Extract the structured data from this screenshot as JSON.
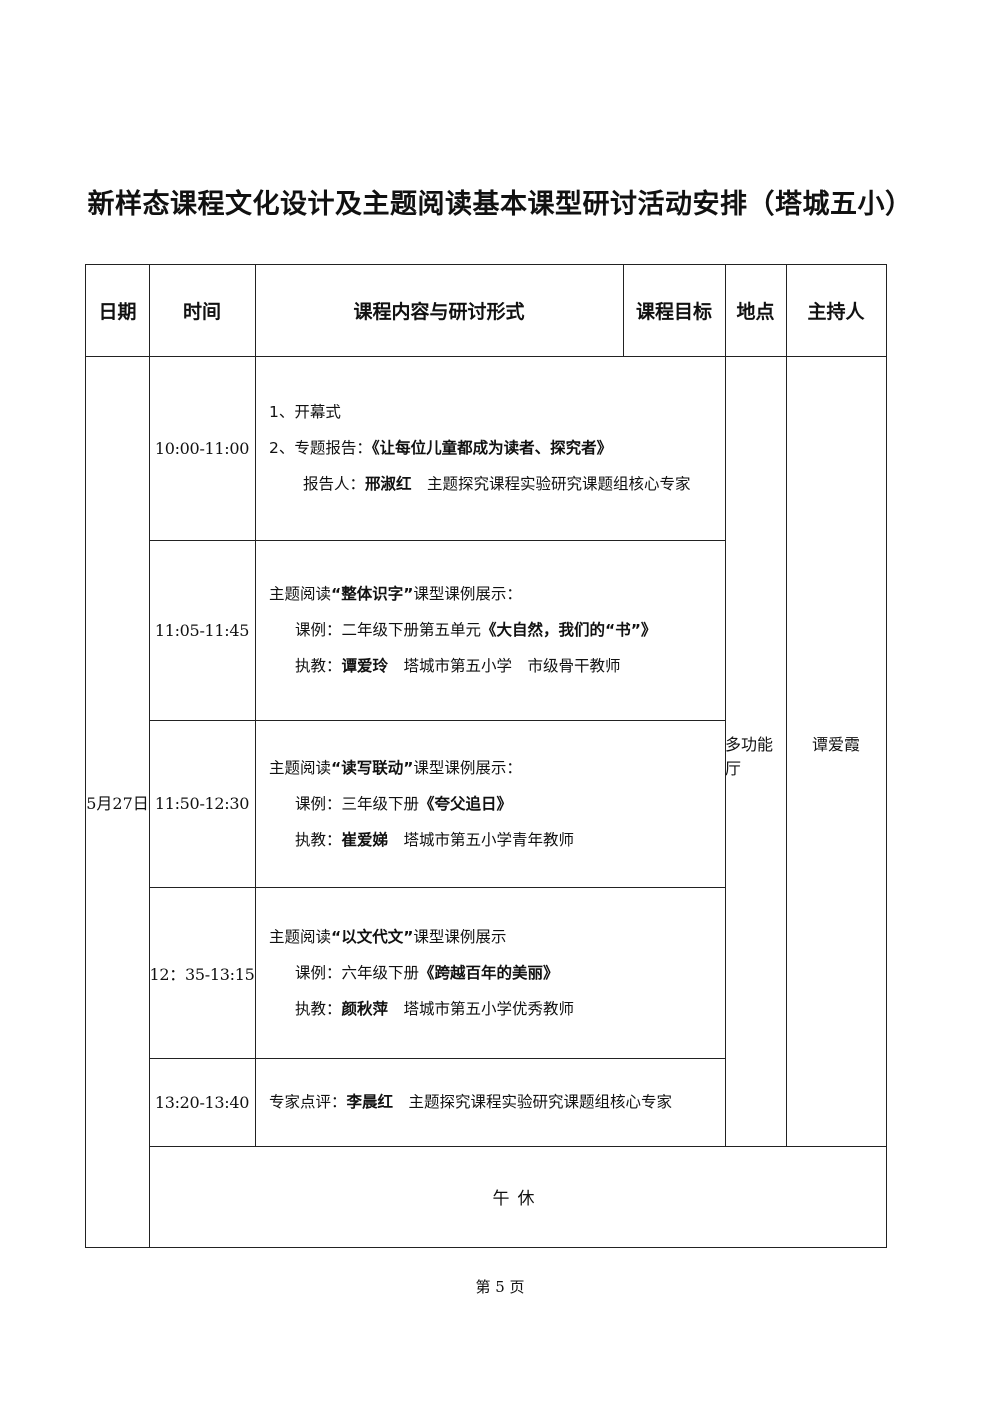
{
  "title": "新样态课程文化设计及主题阅读基本课型研讨活动安排（塔城五小）",
  "headers": {
    "date": "日期",
    "time": "时间",
    "content": "课程内容与研讨形式",
    "goal": "课程目标",
    "location": "地点",
    "host": "主持人"
  },
  "date": "5月27日",
  "location": "多功能厅",
  "host": "谭爱霞",
  "rows": [
    {
      "time": "10:00-11:00",
      "l1": "1、开幕式",
      "l2_prefix": "2、专题报告：",
      "l2_bold": "《让每位儿童都成为读者、探究者》",
      "l3_prefix": "报告人：",
      "l3_bold": "邢淑红",
      "l3_rest": "　主题探究课程实验研究课题组核心专家"
    },
    {
      "time": "11:05-11:45",
      "l1_a": "主题阅读",
      "l1_b": "“整体识字”",
      "l1_c": "课型课例展示：",
      "l2_prefix": "课例：二年级下册第五单元",
      "l2_bold": "《大自然，我们的“书”》",
      "l3_prefix": "执教：",
      "l3_bold": "谭爱玲",
      "l3_rest": "　塔城市第五小学　市级骨干教师"
    },
    {
      "time": "11:50-12:30",
      "l1_a": "主题阅读",
      "l1_b": "“读写联动”",
      "l1_c": "课型课例展示：",
      "l2_prefix": "课例：三年级下册",
      "l2_bold": "《夸父追日》",
      "l3_prefix": "执教：",
      "l3_bold": "崔爱娣",
      "l3_rest": "　塔城市第五小学青年教师"
    },
    {
      "time": "12：35-13:15",
      "l1_a": "主题阅读",
      "l1_b": "“以文代文”",
      "l1_c": "课型课例展示",
      "l2_prefix": "课例：六年级下册",
      "l2_bold": "《跨越百年的美丽》",
      "l3_prefix": "执教：",
      "l3_bold": "颜秋萍",
      "l3_rest": "　塔城市第五小学优秀教师"
    },
    {
      "time": "13:20-13:40",
      "l1_prefix": "专家点评：",
      "l1_bold": "李晨红",
      "l1_rest": "　主题探究课程实验研究课题组核心专家"
    }
  ],
  "lunch": "午休",
  "page_number": "第 5 页"
}
